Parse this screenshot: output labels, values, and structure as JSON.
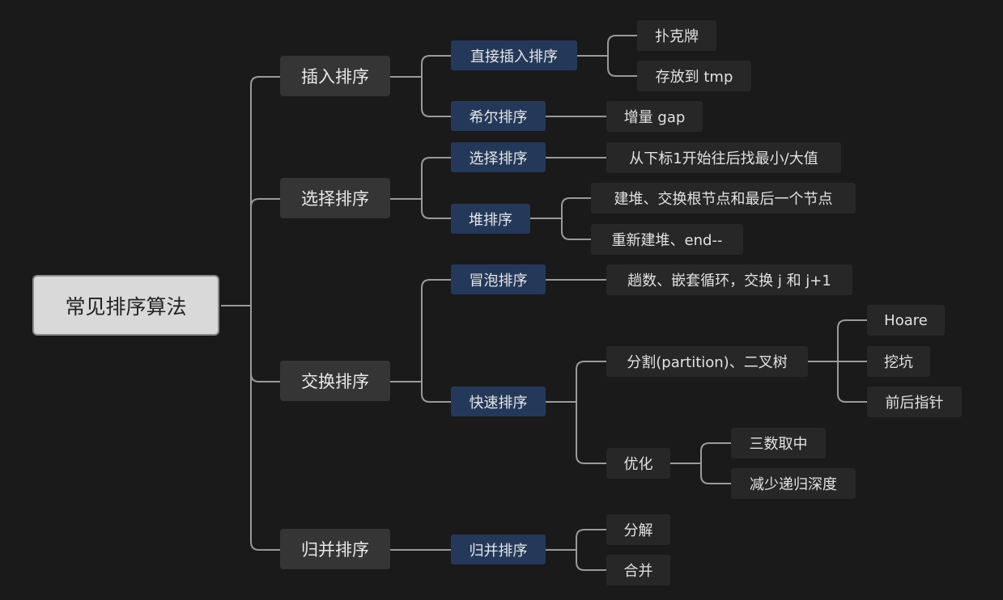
{
  "root": "常见排序算法",
  "categories": [
    {
      "label": "插入排序",
      "methods": [
        {
          "label": "直接插入排序",
          "notes": [
            "扑克牌",
            "存放到 tmp"
          ]
        },
        {
          "label": "希尔排序",
          "notes": [
            "增量 gap"
          ]
        }
      ]
    },
    {
      "label": "选择排序",
      "methods": [
        {
          "label": "选择排序",
          "notes": [
            "从下标1开始往后找最小/大值"
          ]
        },
        {
          "label": "堆排序",
          "notes": [
            "建堆、交换根节点和最后一个节点",
            "重新建堆、end--"
          ]
        }
      ]
    },
    {
      "label": "交换排序",
      "methods": [
        {
          "label": "冒泡排序",
          "notes": [
            "趟数、嵌套循环，交换 j 和 j+1"
          ]
        },
        {
          "label": "快速排序",
          "steps": [
            {
              "label": "分割(partition)、二叉树",
              "options": [
                "Hoare",
                "挖坑",
                "前后指针"
              ]
            },
            {
              "label": "优化",
              "options": [
                "三数取中",
                "减少递归深度"
              ]
            }
          ]
        }
      ]
    },
    {
      "label": "归并排序",
      "methods": [
        {
          "label": "归并排序",
          "notes": [
            "分解",
            "合并"
          ]
        }
      ]
    }
  ]
}
